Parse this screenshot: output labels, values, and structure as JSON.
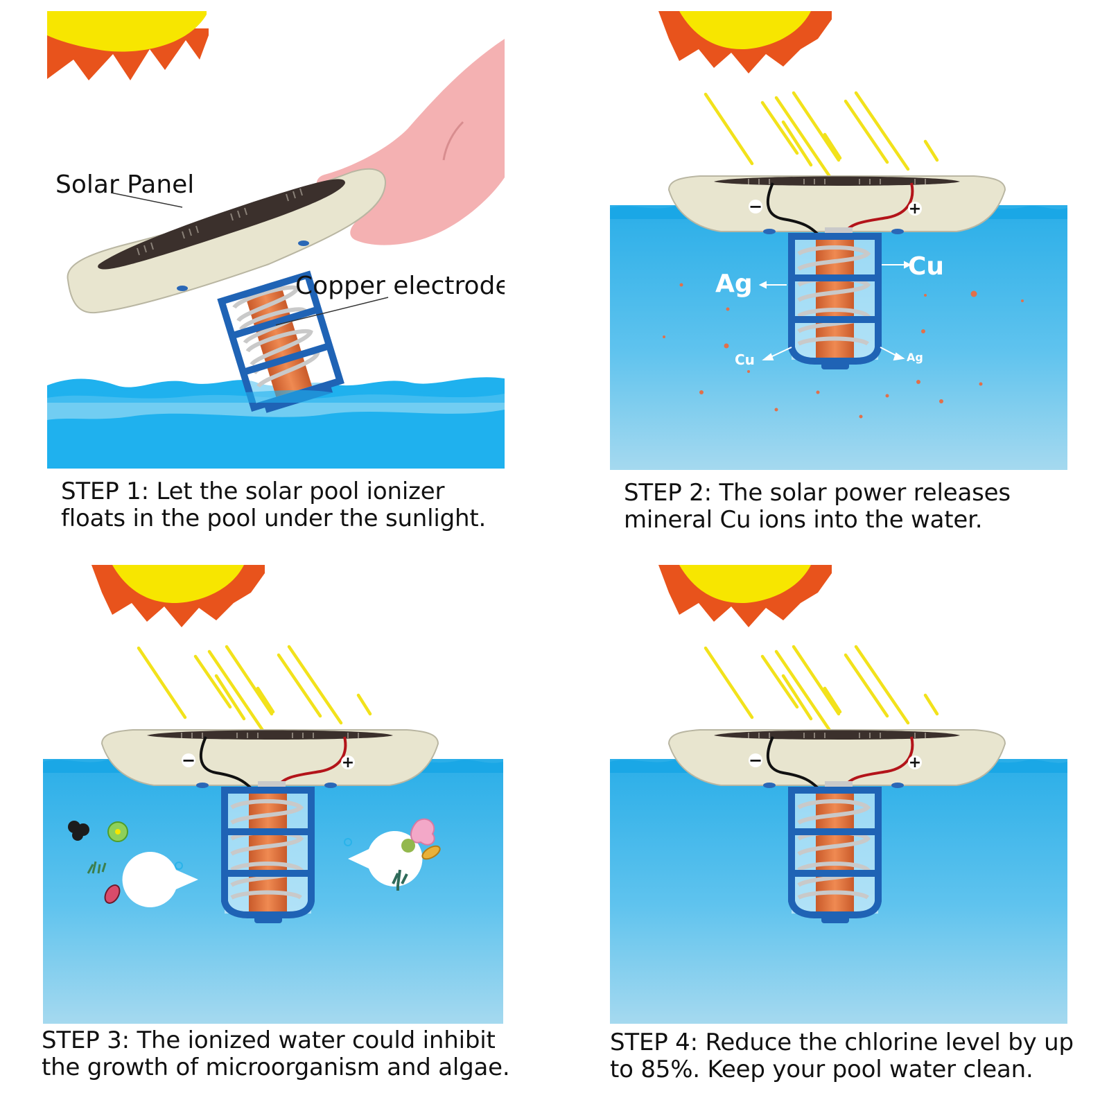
{
  "panels": [
    {
      "labels": {
        "solar_panel": "Solar Panel",
        "copper_electrode": "Copper electrode"
      },
      "caption": [
        "STEP 1: Let the solar pool ionizer",
        "floats in the pool under the sunlight."
      ]
    },
    {
      "labels": {
        "minus": "−",
        "plus": "+",
        "ion_cu_large": "Cu",
        "ion_ag_large": "Ag",
        "ion_cu_small": "Cu",
        "ion_ag_small": "Ag"
      },
      "caption": [
        "STEP 2: The solar power releases",
        "mineral Cu ions into the water."
      ]
    },
    {
      "labels": {
        "minus": "−",
        "plus": "+"
      },
      "caption": [
        "STEP 3: The ionized water could inhibit",
        "the growth of microorganism and algae."
      ]
    },
    {
      "labels": {
        "minus": "−",
        "plus": "+"
      },
      "caption": [
        "STEP 4: Reduce the chlorine level by up",
        "to 85%. Keep your pool water clean."
      ]
    }
  ],
  "colors": {
    "sun_core": "#f7e600",
    "sun_rays": "#e8531c",
    "light_beams": "#f2e21b",
    "water_top": "#29b3ea",
    "water_bottom": "#a3d8ef",
    "float_body": "#e8e5cf",
    "solar_cell": "#3b302c",
    "cage": "#1f63b5",
    "copper": "#e1773f",
    "coil": "#c9c9c9",
    "hand": "#f4b1b2",
    "ion_dots": "#e1704a"
  },
  "icons": [
    "sun-icon",
    "light-beam-icon",
    "ionizer-float-icon",
    "copper-electrode-icon",
    "pacman-icon",
    "bacteria-icon",
    "algae-icon",
    "hand-icon"
  ]
}
